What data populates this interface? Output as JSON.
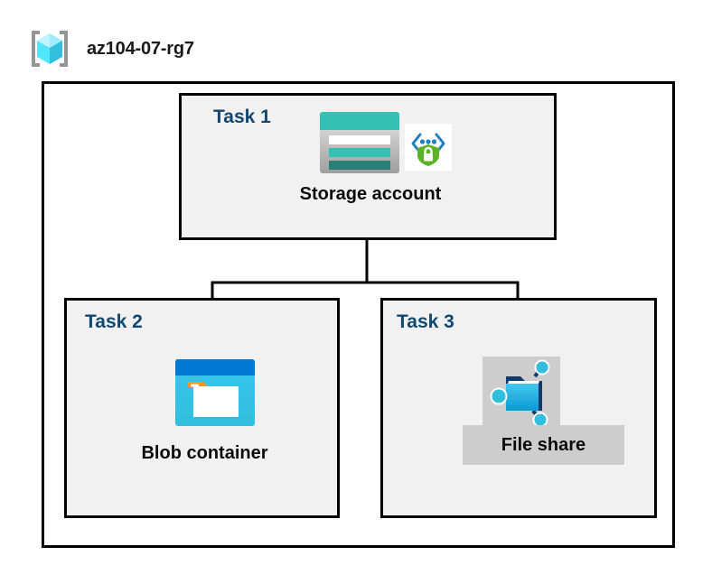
{
  "diagram": {
    "title": "az104-07-rg7",
    "icon": "azure-resource-group-icon",
    "container_label": "resource-group-boundary"
  },
  "tasks": [
    {
      "id": "task1",
      "label": "Task 1",
      "node_label": "Storage account",
      "icons": [
        "storage-account-icon",
        "encryption-shield-icon"
      ],
      "highlighted": false
    },
    {
      "id": "task2",
      "label": "Task 2",
      "node_label": "Blob container",
      "icons": [
        "blob-container-icon"
      ],
      "highlighted": false
    },
    {
      "id": "task3",
      "label": "Task 3",
      "node_label": "File share",
      "icons": [
        "file-share-icon"
      ],
      "highlighted": true
    }
  ],
  "colors": {
    "border": "#000000",
    "task_box_fill": "#f1f1f1",
    "task_label": "#11486f",
    "node_label": "#0a0a0a",
    "canvas": "#ffffff",
    "highlight": "#cdcdcd",
    "storage_teal": "#34c1b3",
    "storage_teal_dark": "#2a8a80",
    "blob_blue_dark": "#0078d4",
    "blob_blue_light": "#32bedd",
    "blob_orange": "#f7941e",
    "shield_green": "#5cb327",
    "bracket_blue": "#0078d4",
    "cube_cyan": "#50e6ff",
    "bracket_gray": "#949494"
  },
  "connectors": {
    "description": "storage-account-to-children",
    "links": [
      {
        "from": "Storage account",
        "to": "Blob container"
      },
      {
        "from": "Storage account",
        "to": "File share"
      }
    ]
  }
}
